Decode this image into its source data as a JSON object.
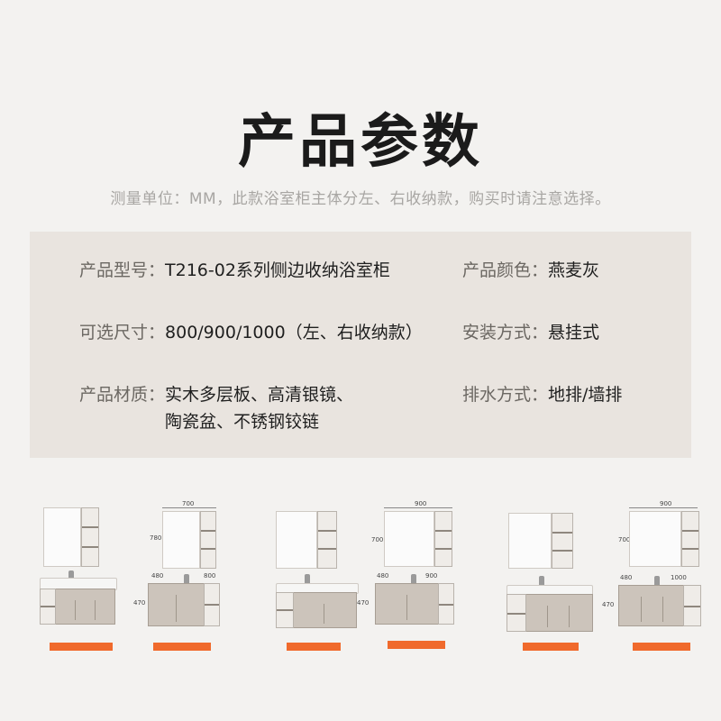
{
  "page": {
    "title": "产品参数",
    "subtitle": "测量单位：MM，此款浴室柜主体分左、右收纳款，购买时请注意选择。"
  },
  "specs": {
    "model": {
      "label": "产品型号：",
      "value": "T216-02系列侧边收纳浴室柜"
    },
    "color": {
      "label": "产品颜色：",
      "value": "燕麦灰"
    },
    "sizes": {
      "label": "可选尺寸：",
      "value": "800/900/1000（左、右收纳款）"
    },
    "install": {
      "label": "安装方式：",
      "value": "悬挂式"
    },
    "material": {
      "label": "产品材质：",
      "value_line1": "实木多层板、高清银镜、",
      "value_line2": "陶瓷盆、不锈钢铰链"
    },
    "drain": {
      "label": "排水方式：",
      "value": "地排/墙排"
    }
  },
  "products": [
    {
      "caption": ""
    },
    {
      "caption": "",
      "dim_width": "700",
      "dim_height": "780",
      "dim_depth": "480",
      "dim_vanity": "800",
      "dim_vanity_h": "470"
    },
    {
      "caption": ""
    },
    {
      "caption": "",
      "dim_width": "900",
      "dim_height": "700",
      "dim_depth": "480",
      "dim_vanity": "900",
      "dim_vanity_h": "470"
    },
    {
      "caption": ""
    },
    {
      "caption": "",
      "dim_width": "900",
      "dim_height": "700",
      "dim_depth": "480",
      "dim_vanity": "1000",
      "dim_vanity_h": "470"
    }
  ],
  "colors": {
    "background": "#f3f2f0",
    "spec_panel": "#e9e4df",
    "caption": "#f06a2c"
  }
}
